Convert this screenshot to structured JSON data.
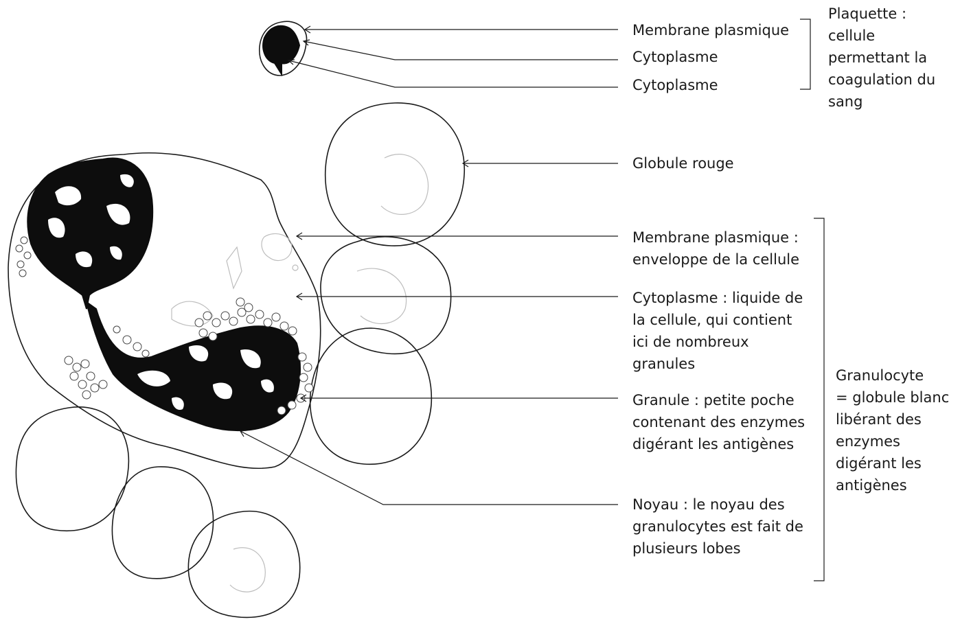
{
  "platelet_labels": [
    {
      "id": "platelet-membrane",
      "lines": [
        "Membrane plasmique"
      ]
    },
    {
      "id": "platelet-cytoplasm-1",
      "lines": [
        "Cytoplasme"
      ]
    },
    {
      "id": "platelet-cytoplasm-2",
      "lines": [
        "Cytoplasme"
      ]
    }
  ],
  "platelet_group": {
    "lines": [
      "Plaquette :",
      "cellule",
      "permettant la",
      "coagulation du",
      "sang"
    ]
  },
  "red_cell_label": {
    "lines": [
      "Globule rouge"
    ]
  },
  "granulocyte_labels": [
    {
      "id": "granulocyte-membrane",
      "lines": [
        "Membrane plasmique :",
        "enveloppe de la cellule"
      ]
    },
    {
      "id": "granulocyte-cytoplasm",
      "lines": [
        "Cytoplasme : liquide de",
        "la cellule, qui contient",
        "ici de nombreux",
        "granules"
      ]
    },
    {
      "id": "granule",
      "lines": [
        "Granule : petite poche",
        "contenant des enzymes",
        "digérant les antigènes"
      ]
    },
    {
      "id": "nucleus",
      "lines": [
        "Noyau : le noyau des",
        "granulocytes est fait de",
        "plusieurs lobes"
      ]
    }
  ],
  "granulocyte_group": {
    "lines": [
      "Granulocyte",
      "= globule blanc",
      "libérant des",
      "enzymes",
      "digérant les",
      "antigènes"
    ]
  },
  "colors": {
    "ink": "#0d0d0d",
    "line": "#1a1a1a",
    "faint": "#bdbdbd"
  }
}
